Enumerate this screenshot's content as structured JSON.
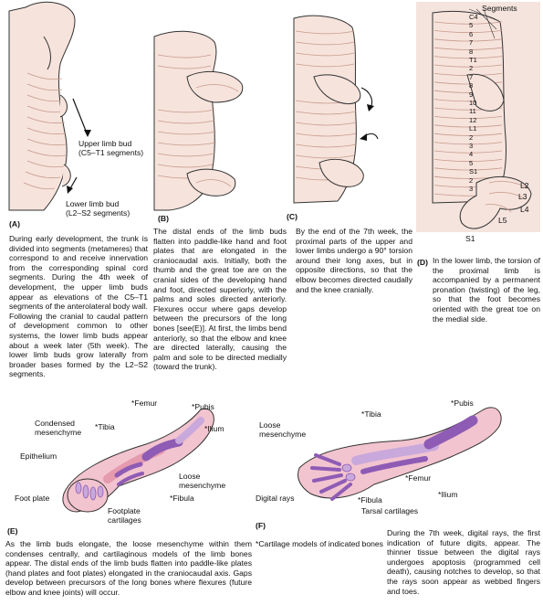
{
  "panels": {
    "A": {
      "letter": "(A)",
      "labels": {
        "upper_limb_bud": "Upper limb bud",
        "upper_segments": "(C5–T1 segments)",
        "lower_limb_bud": "Lower limb bud",
        "lower_segments": "(L2–S2 segments)"
      },
      "caption": "During early development, the trunk is divided into segments (metameres) that correspond to and receive innervation from the corresponding spinal cord segments. During the 4th week of development, the upper limb buds appear as elevations of the C5–T1 segments of the anterolateral body wall. Following the cranial to caudal pattern of development common to other systems, the lower limb buds appear about a week later (5th week). The lower limb buds grow laterally from broader bases formed by the L2–S2 segments."
    },
    "B": {
      "letter": "(B)",
      "caption": "The distal ends of the limb buds flatten into paddle-like hand and foot plates that are elongated in the craniocaudal axis. Initially, both the thumb and the great toe are on the cranial sides of the developing hand and foot, directed superiorly, with the palms and soles directed anteriorly. Flexures occur where gaps develop between the precursors of the long bones [see(E)]. At first, the limbs bend anteriorly, so that the elbow and knee are directed laterally, causing the palm and sole to be directed medially (toward the trunk)."
    },
    "C": {
      "letter": "(C)",
      "caption": "By the end of the 7th week, the proximal parts of the upper and lower limbs undergo a 90° torsion around their long axes, but in opposite directions, so that the elbow becomes directed caudally and the knee cranially."
    },
    "D": {
      "letter": "(D)",
      "segments_title": "Segments",
      "segment_labels": [
        "C4",
        "5",
        "6",
        "7",
        "8",
        "T1",
        "2",
        "7",
        "8",
        "9",
        "10",
        "11",
        "12",
        "L1",
        "2",
        "3",
        "4",
        "5",
        "S1",
        "2",
        "3"
      ],
      "leg_labels": [
        "L2",
        "L3",
        "L4",
        "L5",
        "S1"
      ],
      "caption": "In the lower limb, the torsion of the proximal limb is accompanied by a permanent pronation (twisting) of the leg, so that the foot becomes oriented with the great toe on the medial side."
    },
    "E": {
      "letter": "(E)",
      "labels": {
        "femur": "*Femur",
        "pubis": "*Pubis",
        "condensed_mesenchyme": "Condensed\nmesenchyme",
        "tibia": "*Tibia",
        "ilium": "*Ilium",
        "epithelium": "Epithelium",
        "loose_mesenchyme": "Loose\nmesenchyme",
        "foot_plate": "Foot plate",
        "fibula": "*Fibula",
        "footplate_cartilages": "Footplate\ncartilages"
      },
      "caption": "As the limb buds elongate, the loose mesenchyme within them condenses centrally, and cartilaginous models of the limb bones appear. The distal ends of the limb buds flatten into paddle-like plates (hand plates and foot plates) elongated in the craniocaudal axis. Gaps develop between precursors of the long bones where flexures (future elbow and knee joints) will occur."
    },
    "F": {
      "letter": "(F)",
      "labels": {
        "pubis": "*Pubis",
        "loose_mesenchyme": "Loose\nmesenchyme",
        "tibia": "*Tibia",
        "digital_rays": "Digital rays",
        "femur": "*Femur",
        "ilium": "*Ilium",
        "fibula": "*Fibula",
        "tarsal_cartilages": "Tarsal cartilages"
      },
      "footnote": "*Cartilage models of indicated bones",
      "caption": "During the 7th week, digital rays, the first indication of future digits, appear. The thinner tissue between the digital rays undergoes apoptosis (programmed cell death), causing notches to develop, so that the rays soon appear as webbed fingers and toes."
    }
  },
  "colors": {
    "skin": "#f6e3dc",
    "skin_line": "#c79a8c",
    "outline": "#333333",
    "cartilage": "#8e5bb5",
    "cartilage_light": "#c9a8dc",
    "tissue": "#f2c4cf",
    "tissue_dark": "#e59aae",
    "panel_bg": "#f4e4dd"
  }
}
